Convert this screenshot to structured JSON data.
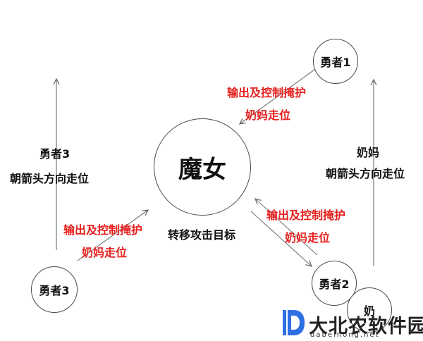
{
  "nodes": {
    "witch": "魔女",
    "hero1": "勇者1",
    "hero2": "勇者2",
    "hero3": "勇者3",
    "nurse": "奶"
  },
  "labels": {
    "hero3_title": "勇者3",
    "hero3_move": "朝箭头方向走位",
    "nurse_title": "奶妈",
    "nurse_move": "朝箭头方向走位",
    "witch_action": "转移攻击目标",
    "red1_line1": "输出及控制掩护",
    "red1_line2": "奶妈走位",
    "red2_line1": "输出及控制掩护",
    "red2_line2": "奶妈走位",
    "red3_line1": "输出及控制掩护",
    "red3_line2": "奶妈走位"
  },
  "colors": {
    "accent_red": "#e6201e",
    "line": "#777777",
    "watermark_blue": "#2f6fe4"
  },
  "watermark": {
    "cn": "大北农软件园",
    "en": "dabeinong.net"
  }
}
